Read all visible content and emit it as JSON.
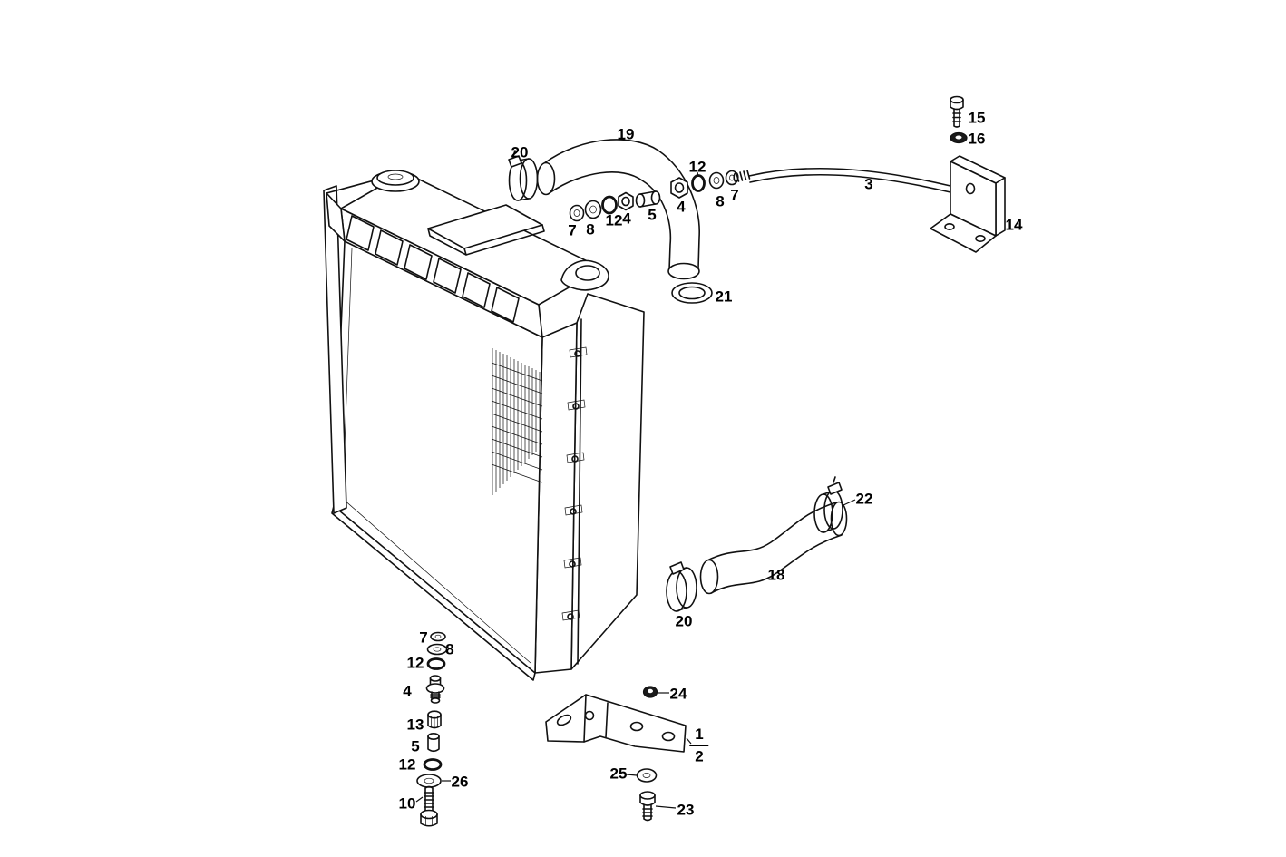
{
  "colors": {
    "line": "#111111",
    "background": "#ffffff"
  },
  "labels": [
    {
      "text": "20"
    },
    {
      "text": "19"
    },
    {
      "text": "12"
    },
    {
      "text": "7"
    },
    {
      "text": "8"
    },
    {
      "text": "12"
    },
    {
      "text": "4"
    },
    {
      "text": "5"
    },
    {
      "text": "4"
    },
    {
      "text": "8"
    },
    {
      "text": "7"
    },
    {
      "text": "3"
    },
    {
      "text": "15"
    },
    {
      "text": "16"
    },
    {
      "text": "14"
    },
    {
      "text": "21"
    },
    {
      "text": "22"
    },
    {
      "text": "18"
    },
    {
      "text": "20"
    },
    {
      "text": "7"
    },
    {
      "text": "8"
    },
    {
      "text": "12"
    },
    {
      "text": "4"
    },
    {
      "text": "13"
    },
    {
      "text": "5"
    },
    {
      "text": "12"
    },
    {
      "text": "26"
    },
    {
      "text": "10"
    },
    {
      "text": "24"
    },
    {
      "text": "1"
    },
    {
      "text": "2"
    },
    {
      "text": "25"
    },
    {
      "text": "23"
    }
  ]
}
